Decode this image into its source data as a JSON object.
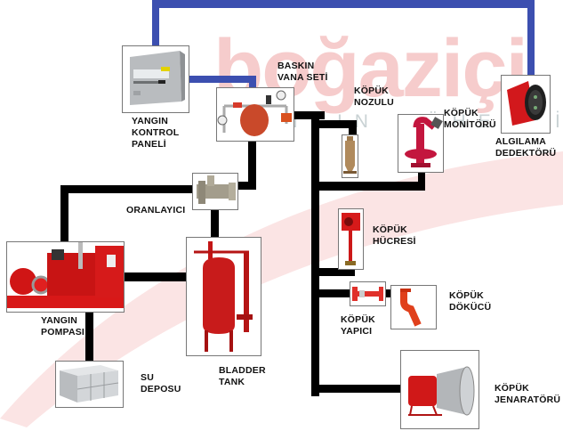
{
  "watermark": {
    "brand": "boğaziçi",
    "tagline": "YANGIN MÜHENDİSLİK",
    "color": "#f2b5b5"
  },
  "colors": {
    "signal_line": "#3c4fb0",
    "pipe": "#000000",
    "equipment_red": "#d91c1c"
  },
  "components": {
    "control_panel": {
      "lines": [
        "YANGIN",
        "KONTROL",
        "PANELİ"
      ]
    },
    "deluge_valve": {
      "lines": [
        "BASKIN",
        "VANA SETİ"
      ]
    },
    "foam_nozzle": {
      "lines": [
        "KÖPÜK",
        "NOZULU"
      ]
    },
    "foam_monitor": {
      "lines": [
        "KÖPÜK",
        "MONİTÖRÜ"
      ]
    },
    "detector": {
      "lines": [
        "ALGILAMA",
        "DEDEKTÖRÜ"
      ]
    },
    "proportioner": {
      "lines": [
        "ORANLAYICI"
      ]
    },
    "foam_chamber": {
      "lines": [
        "KÖPÜK",
        "HÜCRESİ"
      ]
    },
    "foam_maker": {
      "lines": [
        "KÖPÜK",
        "YAPICI"
      ]
    },
    "foam_pourer": {
      "lines": [
        "KÖPÜK",
        "DÖKÜCÜ"
      ]
    },
    "fire_pump": {
      "lines": [
        "YANGIN",
        "POMPASI"
      ]
    },
    "bladder_tank": {
      "lines": [
        "BLADDER",
        "TANK"
      ]
    },
    "water_tank": {
      "lines": [
        "SU",
        "DEPOSU"
      ]
    },
    "foam_generator": {
      "lines": [
        "KÖPÜK",
        "JENARATÖRÜ"
      ]
    }
  }
}
